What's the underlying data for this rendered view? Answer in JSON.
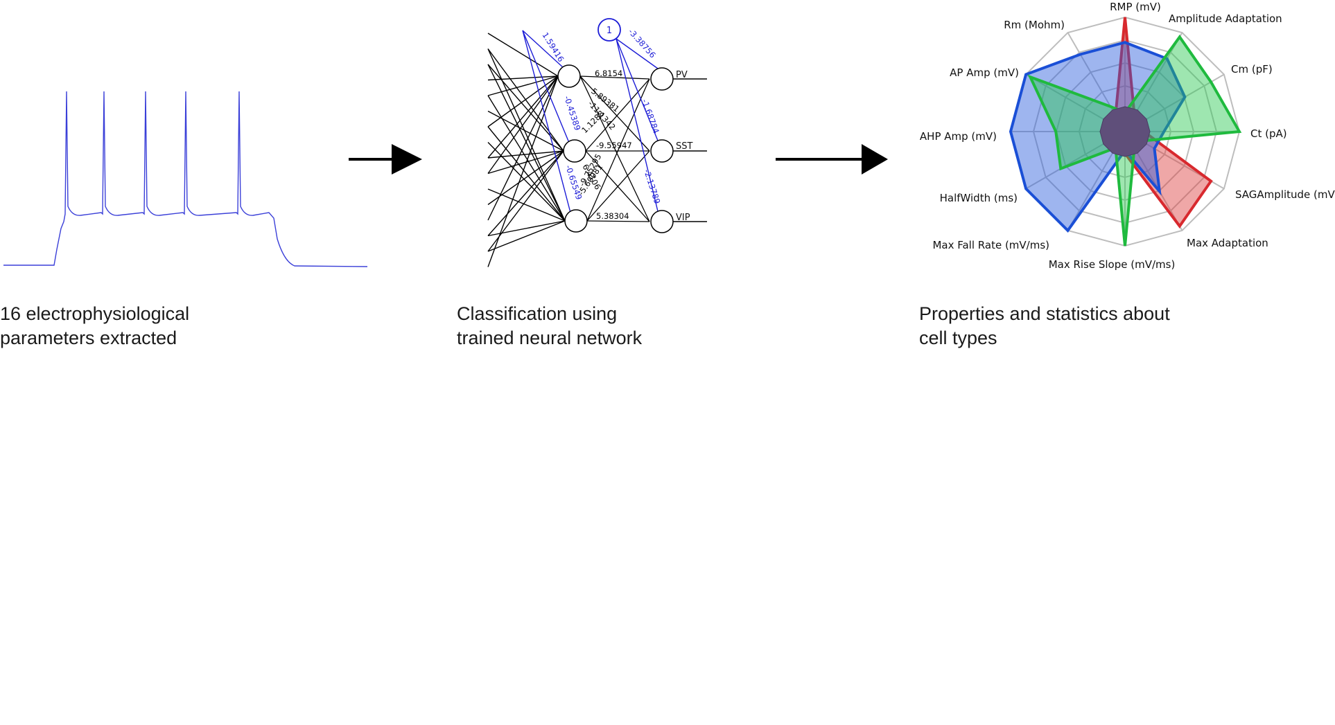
{
  "captions": {
    "trace": [
      "16 electrophysiological",
      "parameters extracted"
    ],
    "network": [
      "Classification using",
      "trained neural network"
    ],
    "radar": [
      "Properties and statistics about",
      "cell types"
    ]
  },
  "network": {
    "output_labels": [
      "PV",
      "SST",
      "VIP"
    ],
    "bias_label": "1",
    "weights_black": [
      "6.8154",
      "5.89381",
      "-11.1342",
      "1.1288",
      "-9.55947",
      "6.4106",
      "-9.25295",
      "-5.60981",
      "5.38304"
    ],
    "weights_blue": [
      "1.59416",
      "-0.45389",
      "-0.65549",
      "-3.38756",
      "-1.68784",
      "-2.13789"
    ]
  },
  "radar": {
    "axes": [
      "RMP (mV)",
      "Amplitude Adaptation",
      "Cm (pF)",
      "Ct (pA)",
      "SAGAmplitude (mV)",
      "Max Adaptation",
      "Max Rise Slope (mV/ms)",
      "Max Fall Rate (mV/ms)",
      "HalfWidth (ms)",
      "AHP Amp (mV)",
      "AP Amp (mV)",
      "Rm (Mohm)"
    ],
    "rings": 5,
    "series": [
      {
        "color": "#d8292e",
        "fill": "rgba(220,60,60,0.45)",
        "values": [
          1.0,
          0.05,
          0.05,
          0.05,
          0.85,
          0.95,
          0.08,
          0.05,
          0.05,
          0.05,
          0.05,
          0.05
        ]
      },
      {
        "color": "#1a4fd6",
        "fill": "rgba(40,90,220,0.45)",
        "values": [
          0.75,
          0.7,
          0.55,
          0.25,
          0.2,
          0.55,
          0.05,
          1.0,
          1.0,
          1.0,
          1.0,
          0.75
        ]
      },
      {
        "color": "#1fba3e",
        "fill": "rgba(40,200,80,0.45)",
        "values": [
          0.05,
          0.95,
          0.85,
          1.0,
          0.05,
          0.05,
          1.0,
          0.05,
          0.6,
          0.55,
          0.95,
          0.15
        ]
      }
    ]
  },
  "colors": {
    "trace": "#3a3fd8",
    "arrow": "#000000",
    "blue_weight": "#1c1cd6"
  }
}
